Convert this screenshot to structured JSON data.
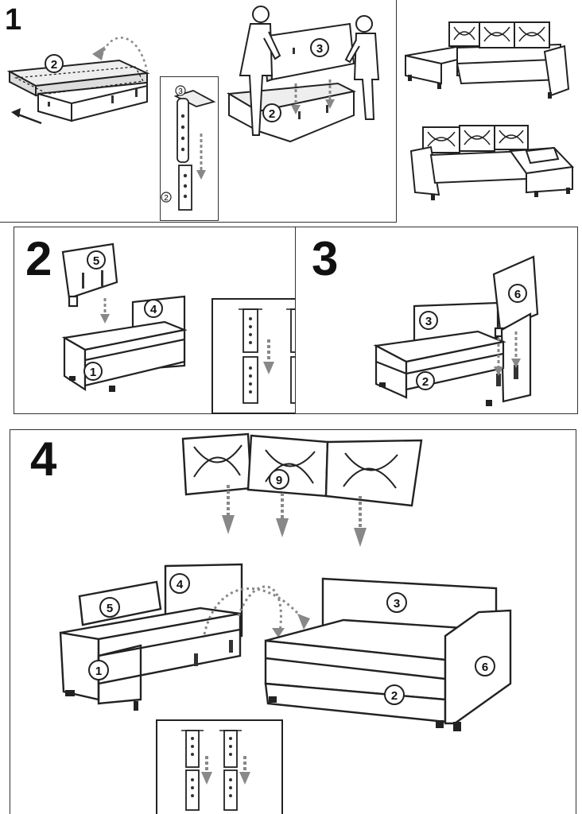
{
  "steps": {
    "s1": "1",
    "s2": "2",
    "s3": "3",
    "s4": "4"
  },
  "labels": {
    "p1_seat": "2",
    "p1_hinge_top": "3",
    "p1_hinge_bottom": "2",
    "p1_back": "3",
    "p1_seat2": "2",
    "p2_back": "5",
    "p2_arm": "4",
    "p2_base": "1",
    "p3_arm": "6",
    "p3_back": "3",
    "p3_base": "2",
    "p4_cushions": "9",
    "p4_arm_left": "4",
    "p4_back_left": "5",
    "p4_base_left": "1",
    "p4_back_right": "3",
    "p4_arm_right": "6",
    "p4_base_right": "2"
  }
}
